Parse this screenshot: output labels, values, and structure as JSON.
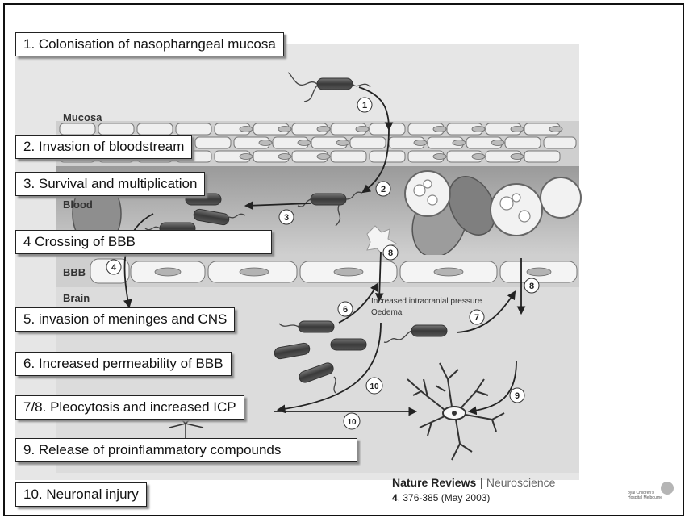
{
  "steps": [
    {
      "label": "1. Colonisation of nasopharngeal mucosa"
    },
    {
      "label": "2. Invasion of bloodstream"
    },
    {
      "label": "3. Survival and multiplication"
    },
    {
      "label": "4 Crossing of BBB"
    },
    {
      "label": "5. invasion of meninges and CNS"
    },
    {
      "label": "6. Increased permeability of BBB"
    },
    {
      "label": "7/8. Pleocytosis and increased ICP"
    },
    {
      "label": "9. Release of proinflammatory compounds"
    },
    {
      "label": "10. Neuronal injury"
    }
  ],
  "diagram": {
    "region_labels": {
      "mucosa": "Mucosa",
      "blood": "Blood",
      "bbb": "BBB",
      "brain": "Brain"
    },
    "annotation_line1": "Increased intracranial pressure",
    "annotation_line2": "Oedema",
    "markers": {
      "m1": "1",
      "m2": "2",
      "m3": "3",
      "m4": "4",
      "m6": "6",
      "m7": "7",
      "m8a": "8",
      "m8b": "8",
      "m9": "9",
      "m10a": "10",
      "m10b": "10"
    }
  },
  "credit": {
    "journal": "Nature Reviews",
    "separator": "|",
    "section": "Neuroscience",
    "volume": "4",
    "pages": ", 376-385 (May 2003)"
  },
  "hospital": {
    "line1": "oyal Children's",
    "line2": "Hospital Melbourne"
  },
  "colors": {
    "frame": "#111111",
    "box_border": "#222222",
    "box_shadow": "#8a8a8a",
    "diagram_gray": "#b8b8b8"
  }
}
